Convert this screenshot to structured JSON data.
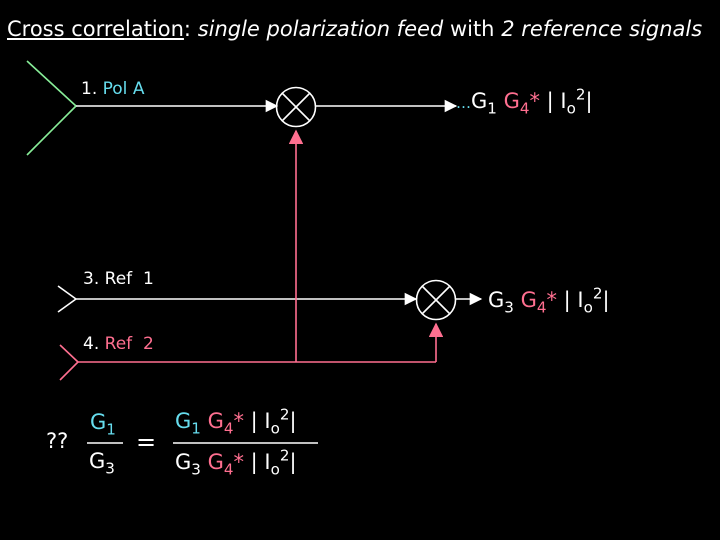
{
  "title": {
    "underlined": "Cross correlation",
    "colon": ":",
    "part1": "single polarization feed",
    "part2": "with",
    "part3": "2 reference signals"
  },
  "inputs": {
    "pol_a": {
      "num": "1.",
      "name": "Pol A"
    },
    "ref1": {
      "num": "3.",
      "name": "Ref  1"
    },
    "ref2": {
      "num": "4.",
      "name": "Ref  2"
    }
  },
  "output_top": {
    "dots": "…",
    "g": "G",
    "g_sub": "1",
    "g4": "G",
    "g4_sub": "4",
    "conj": "*",
    "bar1": " | I",
    "i_sub": "o",
    "i_sup": "2",
    "bar2": "|"
  },
  "output_bottom": {
    "g": "G",
    "g_sub": "3",
    "g4": "G",
    "g4_sub": "4",
    "conj": "*",
    "bar1": " | I",
    "i_sub": "o",
    "i_sup": "2",
    "bar2": "|"
  },
  "equation": {
    "question": "??",
    "lhs_num": "G",
    "lhs_num_sub": "1",
    "lhs_den": "G",
    "lhs_den_sub": "3",
    "equals": "=",
    "rhs_num": {
      "g": "G",
      "g_sub": "1",
      "g4": "G",
      "g4_sub": "4",
      "conj": "*",
      "bar1": " | I",
      "i_sub": "o",
      "i_sup": "2",
      "bar2": "|"
    },
    "rhs_den": {
      "g": "G",
      "g_sub": "3",
      "g4": "G",
      "g4_sub": "4",
      "conj": "*",
      "bar1": " | I",
      "i_sub": "o",
      "i_sup": "2",
      "bar2": "|"
    }
  },
  "colors": {
    "pol_a": "#88ee99",
    "ref1": "#ffffff",
    "ref2": "#ff6f90",
    "cyan": "#66ddee",
    "pink": "#ff6f90"
  }
}
